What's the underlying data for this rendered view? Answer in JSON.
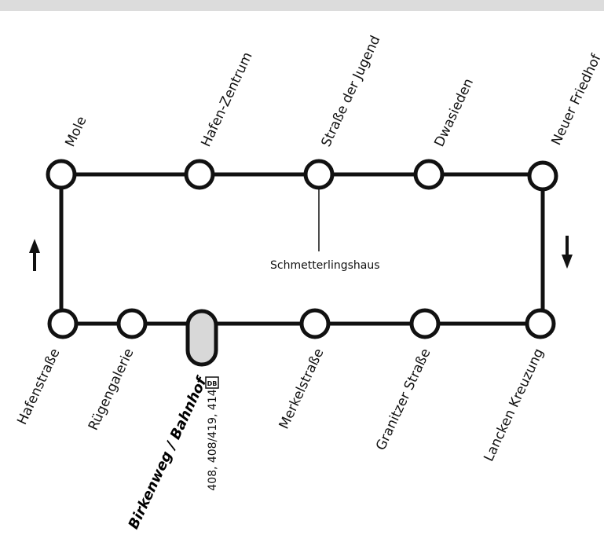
{
  "stops_top": [
    "Mole",
    "Hafen-Zentrum",
    "Straße der Jugend",
    "Dwasieden",
    "Neuer Friedhof"
  ],
  "stops_bottom": [
    "Hafenstraße",
    "Rügengalerie",
    "Birkenweg / Bahnhof",
    "Merkelstraße",
    "Granitzer Straße",
    "Lancken Kreuzung"
  ],
  "landmark": "Schmetterlingshaus",
  "hub_lines": "408, 408/419, 414b,",
  "rail_badge": "DB",
  "colors": {
    "line": "#111111",
    "paper": "#ffffff"
  }
}
